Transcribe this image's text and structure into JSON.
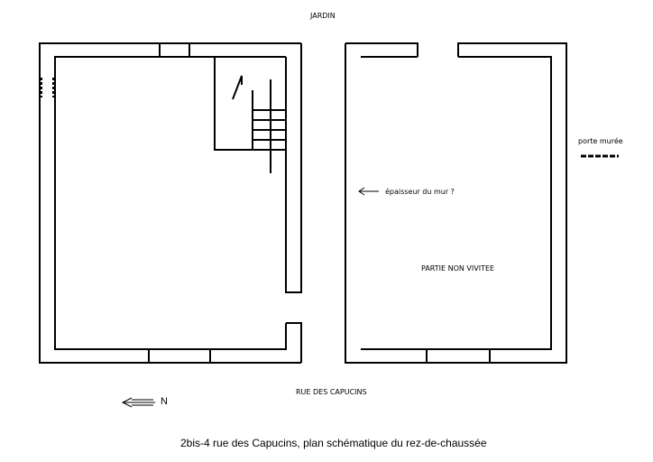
{
  "labels": {
    "garden": "JARDIN",
    "street": "RUE DES CAPUCINS",
    "wall_thickness": "épaisseur du mur ?",
    "unvisited": "PARTIE NON VIVITEE",
    "walled_door": "porte murée",
    "north": "N"
  },
  "caption": "2bis-4 rue des Capucins, plan schématique du rez-de-chaussée",
  "colors": {
    "line": "#000000",
    "background": "#ffffff"
  }
}
